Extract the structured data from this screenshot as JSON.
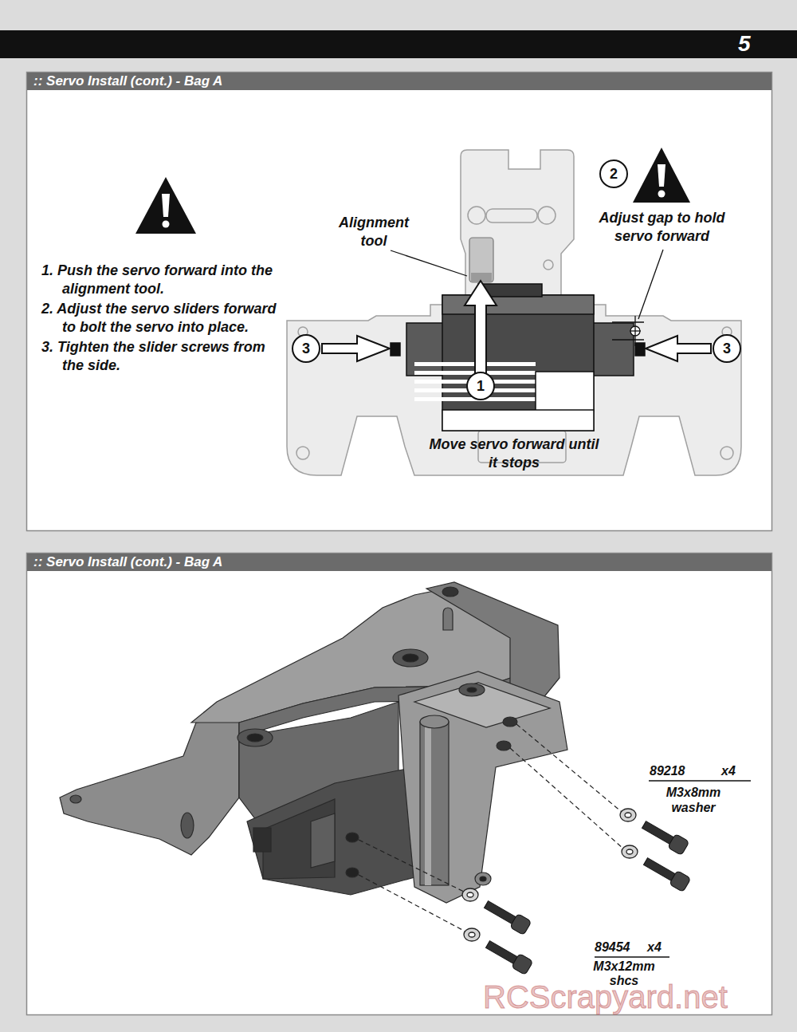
{
  "diagram": {
    "nodes": [
      {
        "text": [
          ":: Servo Install (cont.) - Bag A"
        ]
      },
      {
        "text": [
          "2"
        ]
      },
      {
        "text": [
          "3"
        ]
      },
      {
        "text": [
          "3"
        ]
      },
      {
        "text": [
          "1"
        ]
      },
      {
        "text": [
          ":: Servo Install (cont.) - Bag A"
        ]
      }
    ],
    "labels": [
      "5",
      "1. Push the servo forward into the alignment tool.",
      "2. Adjust the servo sliders forward to bolt the servo into place.",
      "3. Tighten the slider screws from the side.",
      "Alignment tool",
      "Adjust gap to hold servo forward",
      "Move servo forward until it stops",
      "89218",
      "x4",
      "M3x8mm washer",
      "89454",
      "x4",
      "M3x12mm shcs",
      "RCScrapyard.net"
    ]
  }
}
